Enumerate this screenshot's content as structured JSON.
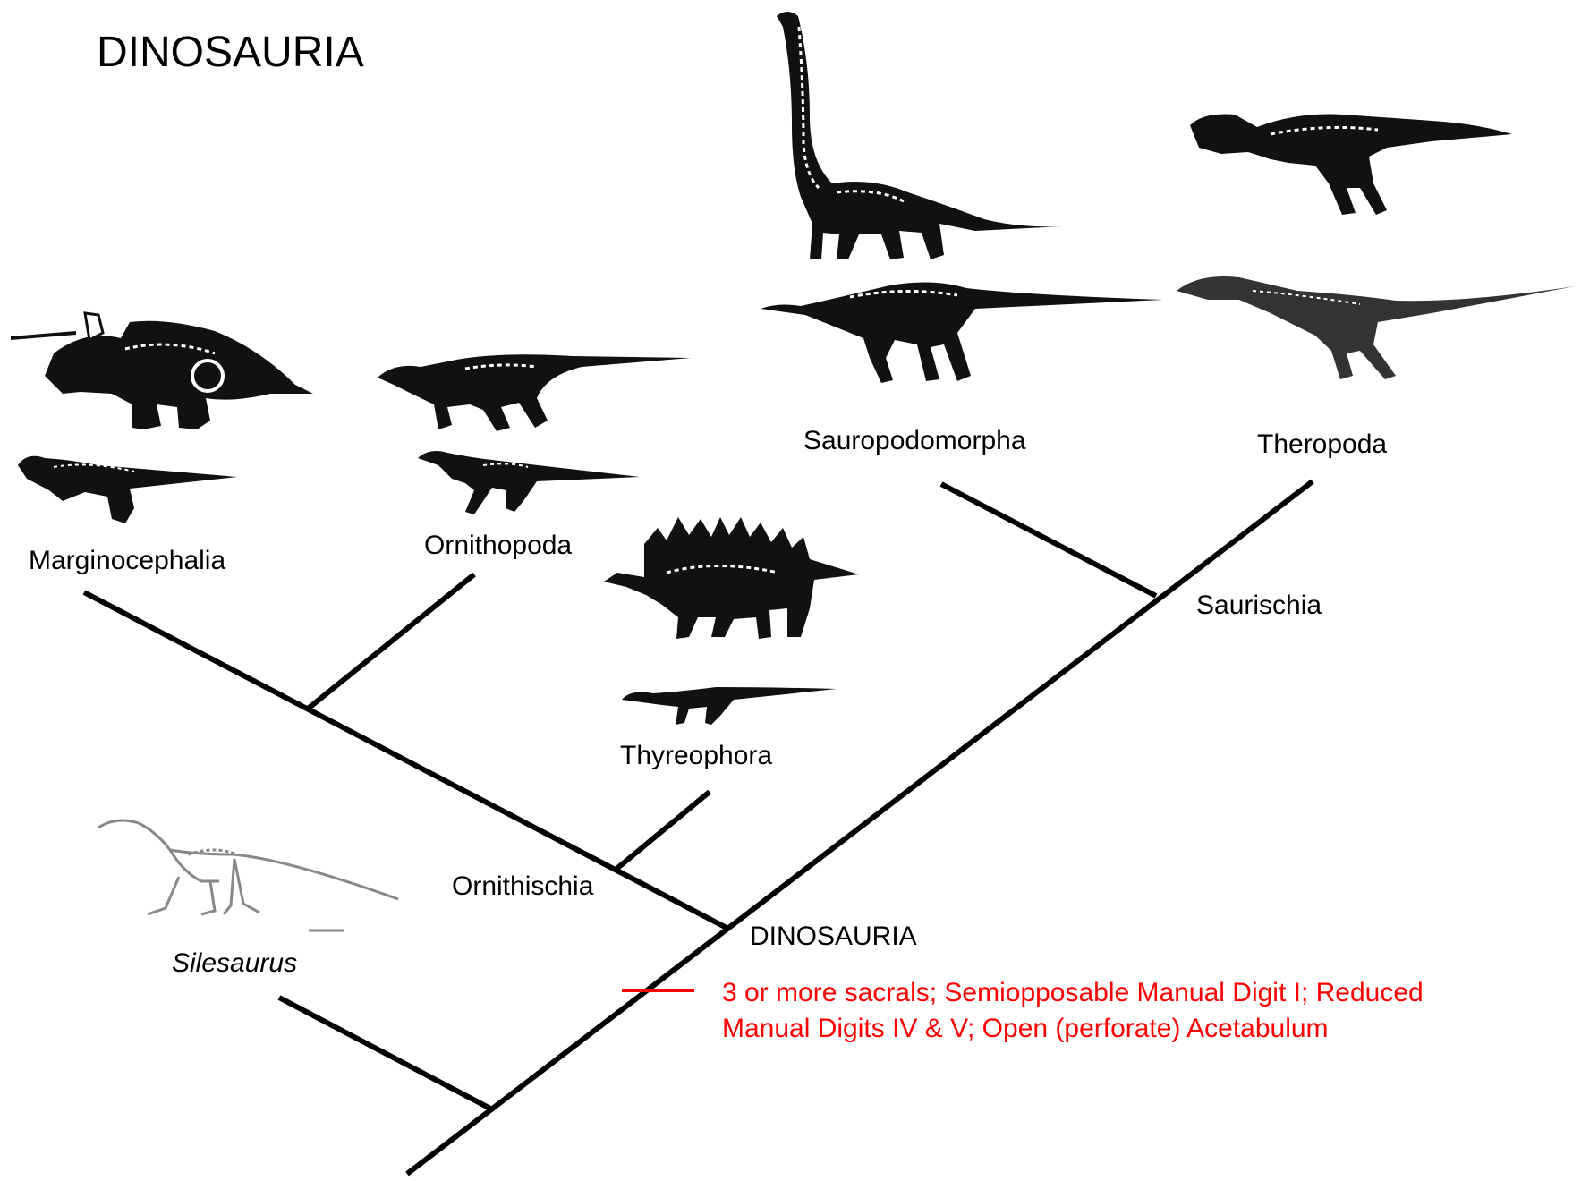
{
  "title": "DINOSAURIA",
  "labels": {
    "marginocephalia": "Marginocephalia",
    "ornithopoda": "Ornithopoda",
    "thyreophora": "Thyreophora",
    "ornithischia": "Ornithischia",
    "sauropodomorpha": "Sauropodomorpha",
    "theropoda": "Theropoda",
    "saurischia": "Saurischia",
    "dinosauria_node": "DINOSAURIA",
    "silesaurus": "Silesaurus"
  },
  "synapomorphy": {
    "line1": "3 or more sacrals; Semiopposable Manual Digit I; Reduced",
    "line2": "Manual Digits IV & V; Open (perforate) Acetabulum",
    "color": "#ff0000"
  },
  "colors": {
    "branch": "#000000",
    "skeleton_dark": "#111111",
    "skeleton_light": "#888888"
  }
}
